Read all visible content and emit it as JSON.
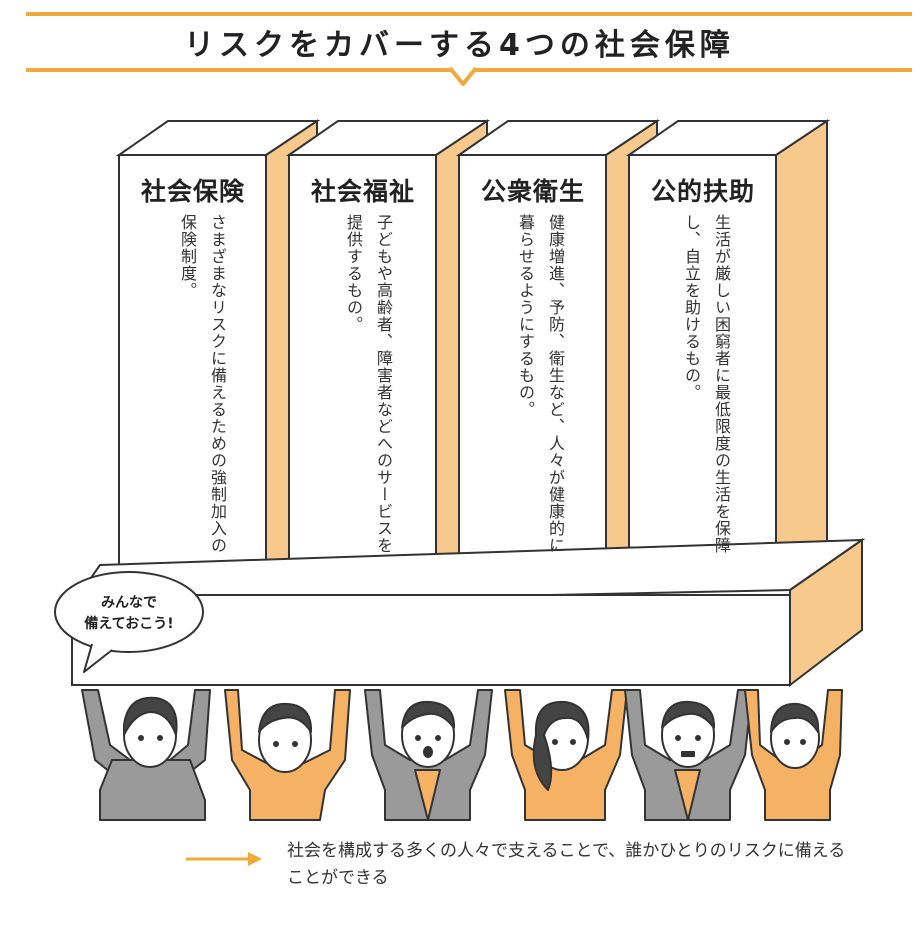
{
  "title": "リスクをカバーする4つの社会保障",
  "pillars": [
    {
      "name": "社会保険",
      "text": "さまざまなリスクに備えるための強制加入の保険制度。"
    },
    {
      "name": "社会福祉",
      "text": "子どもや高齢者、障害者などへのサービスを提供するもの。"
    },
    {
      "name": "公衆衛生",
      "text": "健康増進、予防、衛生など、人々が健康的に暮らせるようにするもの。"
    },
    {
      "name": "公的扶助",
      "text": "生活が厳しい困窮者に最低限度の生活を保障し、自立を助けるもの。"
    }
  ],
  "bubble": {
    "line1": "みんなで",
    "line2": "備えておこう!"
  },
  "caption": "社会を構成する多くの人々で支えることで、誰かひとりのリスクに備えることができる",
  "colors": {
    "accent": "#f0a93b",
    "box_side": "#f7c98c",
    "shirt": "#f5b265",
    "suit": "#9a9a9a",
    "outline": "#333333"
  }
}
